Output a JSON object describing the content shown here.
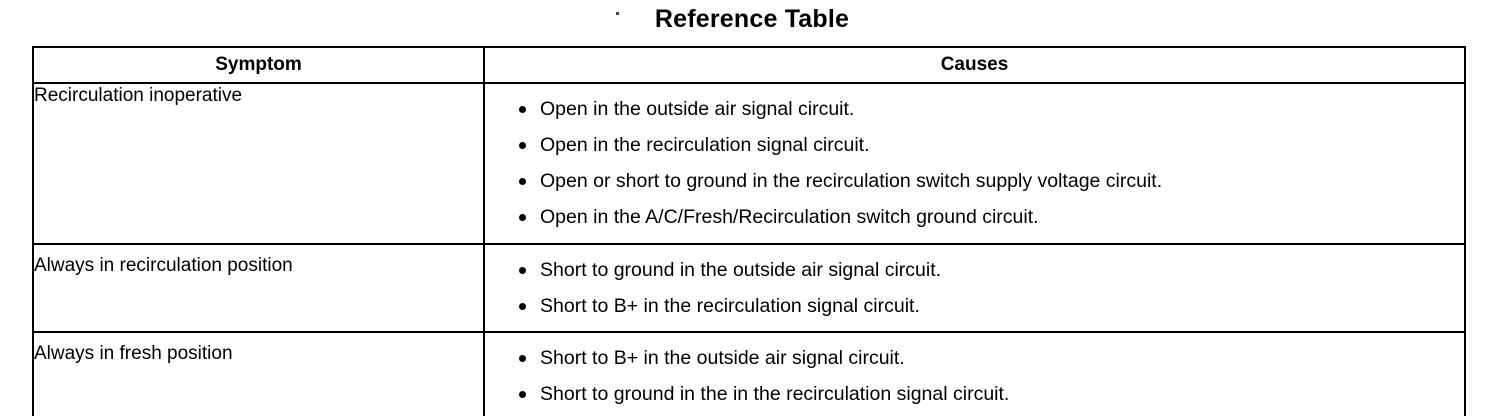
{
  "document": {
    "title": "Reference Table"
  },
  "table": {
    "headers": {
      "symptom": "Symptom",
      "causes": "Causes"
    },
    "rows": [
      {
        "symptom": "Recirculation inoperative",
        "causes": [
          "Open in the outside air signal circuit.",
          "Open in the recirculation signal circuit.",
          "Open or short to ground in the recirculation switch supply voltage circuit.",
          "Open in the A/C/Fresh/Recirculation switch ground circuit."
        ]
      },
      {
        "symptom": "Always in recirculation position",
        "causes": [
          "Short to ground in the outside air signal circuit.",
          "Short to B+ in the recirculation signal circuit."
        ]
      },
      {
        "symptom": "Always in fresh position",
        "causes": [
          "Short to B+ in the outside air signal circuit.",
          "Short to ground in the in the recirculation signal circuit."
        ]
      }
    ]
  },
  "colors": {
    "background": "#ffffff",
    "text": "#000000",
    "border": "#000000"
  }
}
